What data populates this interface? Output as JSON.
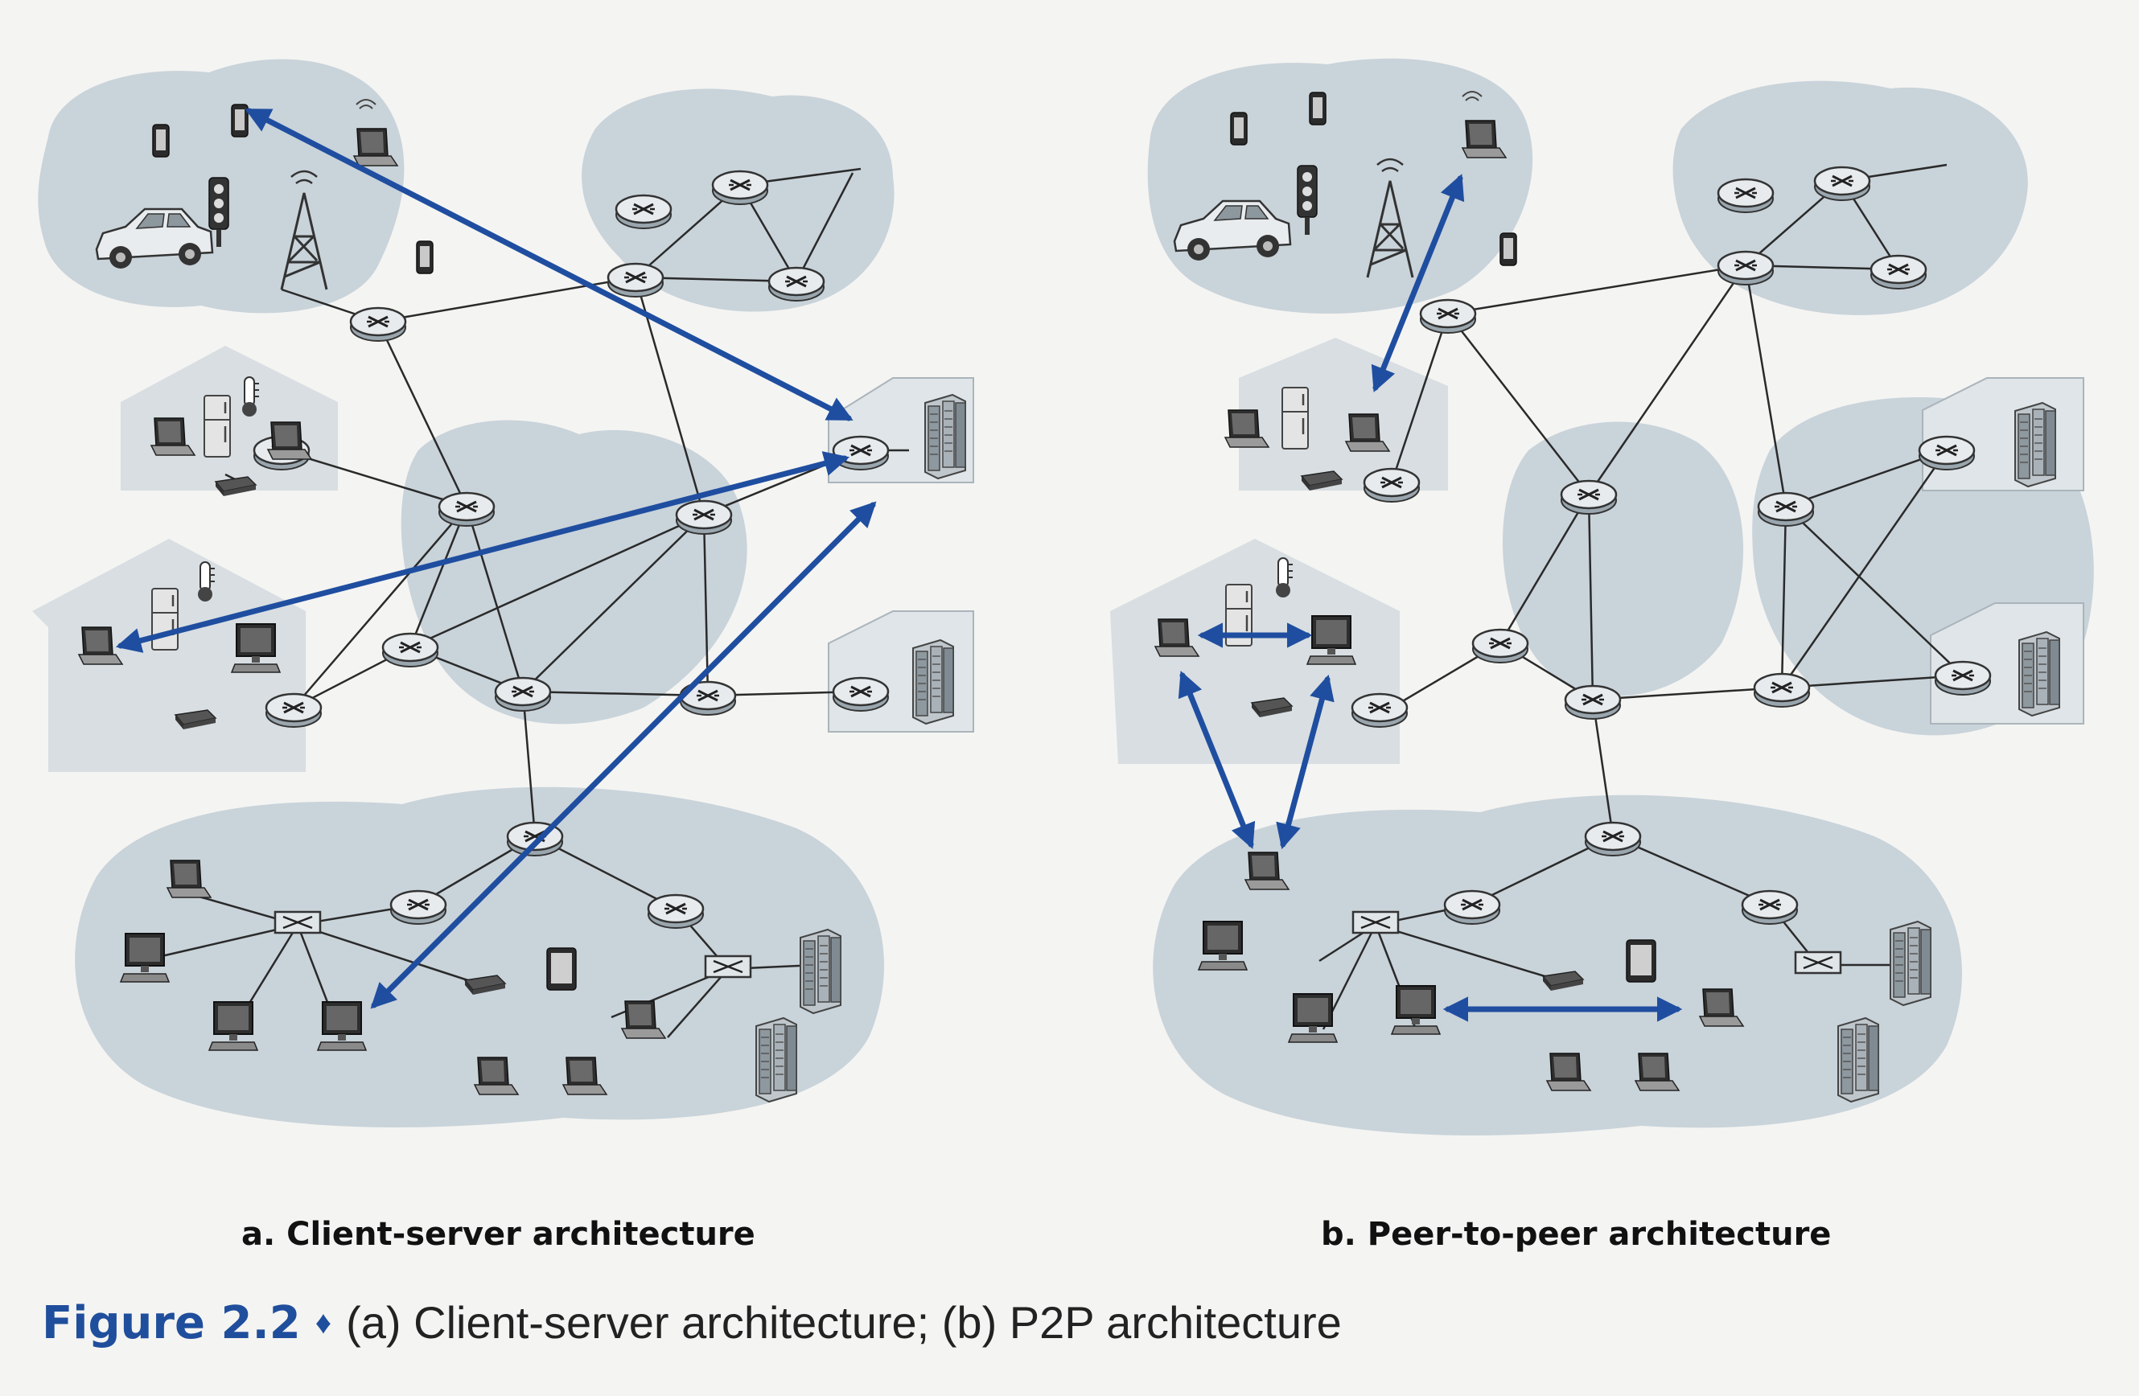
{
  "captions": {
    "a": "a. Client-server architecture",
    "b": "b. Peer-to-peer architecture"
  },
  "figure": {
    "number": "Figure 2.2",
    "separator": "♦",
    "text": "(a) Client-server architecture; (b) P2P architecture"
  },
  "colors": {
    "cloud": "#c9d3da",
    "house": "#d8dee2",
    "link": "#2a2a2a",
    "arrow": "#1f4ea0",
    "router": "#e7ebee",
    "device": "#3c3c3c",
    "accent": "#1f4e9c"
  },
  "icons": [
    "router-icon",
    "switch-icon",
    "server-rack-icon",
    "laptop-icon",
    "desktop-icon",
    "phone-icon",
    "car-icon",
    "tower-icon",
    "traffic-light-icon",
    "fridge-icon",
    "thermometer-icon",
    "modem-icon",
    "tablet-icon"
  ]
}
